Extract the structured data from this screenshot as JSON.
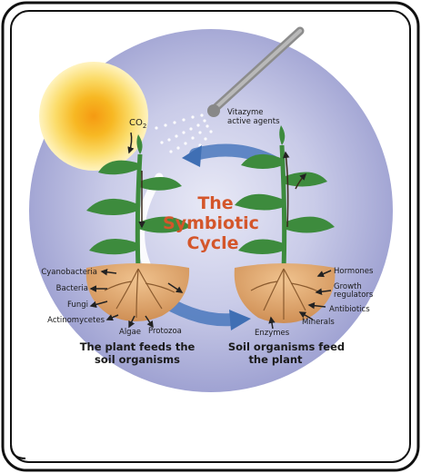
{
  "title_line1": "The",
  "title_line2": "Symbiotic",
  "title_line3": "Cycle",
  "co2": "CO",
  "co2_sub": "2",
  "sprayer_line1": "Vitazyme",
  "sprayer_line2": "active agents",
  "left_labels": [
    "Cyanobacteria",
    "Bacteria",
    "Fungi",
    "Actinomycetes",
    "Algae",
    "Protozoa"
  ],
  "right_labels": [
    "Hormones",
    "Growth",
    "regulators",
    "Antibiotics",
    "Minerals",
    "Enzymes"
  ],
  "caption_left_line1": "The plant feeds the",
  "caption_left_line2": "soil organisms",
  "caption_right_line1": "Soil organisms feed",
  "caption_right_line2": "the plant",
  "colors": {
    "title": "#d4562b",
    "disc": "#a9abd6",
    "sun": "#f7c21f",
    "leaf": "#3d8b3d",
    "soil": "#d9a36a",
    "arrow": "#3f6fb4"
  }
}
